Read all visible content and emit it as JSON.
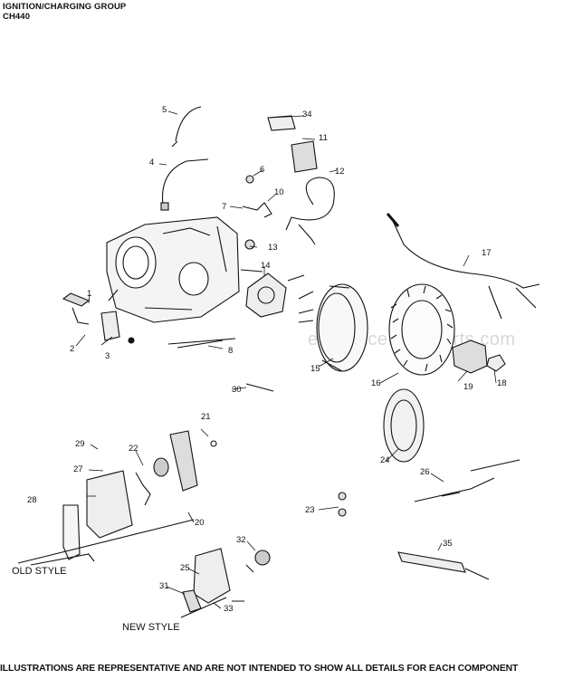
{
  "header": {
    "title": "IGNITION/CHARGING GROUP",
    "model": "CH440"
  },
  "footer": "ILLUSTRATIONS ARE REPRESENTATIVE AND ARE NOT INTENDED TO SHOW ALL DETAILS FOR EACH COMPONENT",
  "watermark": "eReplacementParts.com",
  "captions": {
    "old_style": "OLD STYLE",
    "new_style": "NEW STYLE"
  },
  "callouts": [
    "1",
    "2",
    "3",
    "4",
    "5",
    "6",
    "7",
    "8",
    "10",
    "11",
    "12",
    "13",
    "14",
    "15",
    "16",
    "17",
    "18",
    "19",
    "20",
    "21",
    "22",
    "23",
    "24",
    "25",
    "26",
    "27",
    "28",
    "29",
    "30",
    "31",
    "32",
    "33",
    "34",
    "35"
  ]
}
